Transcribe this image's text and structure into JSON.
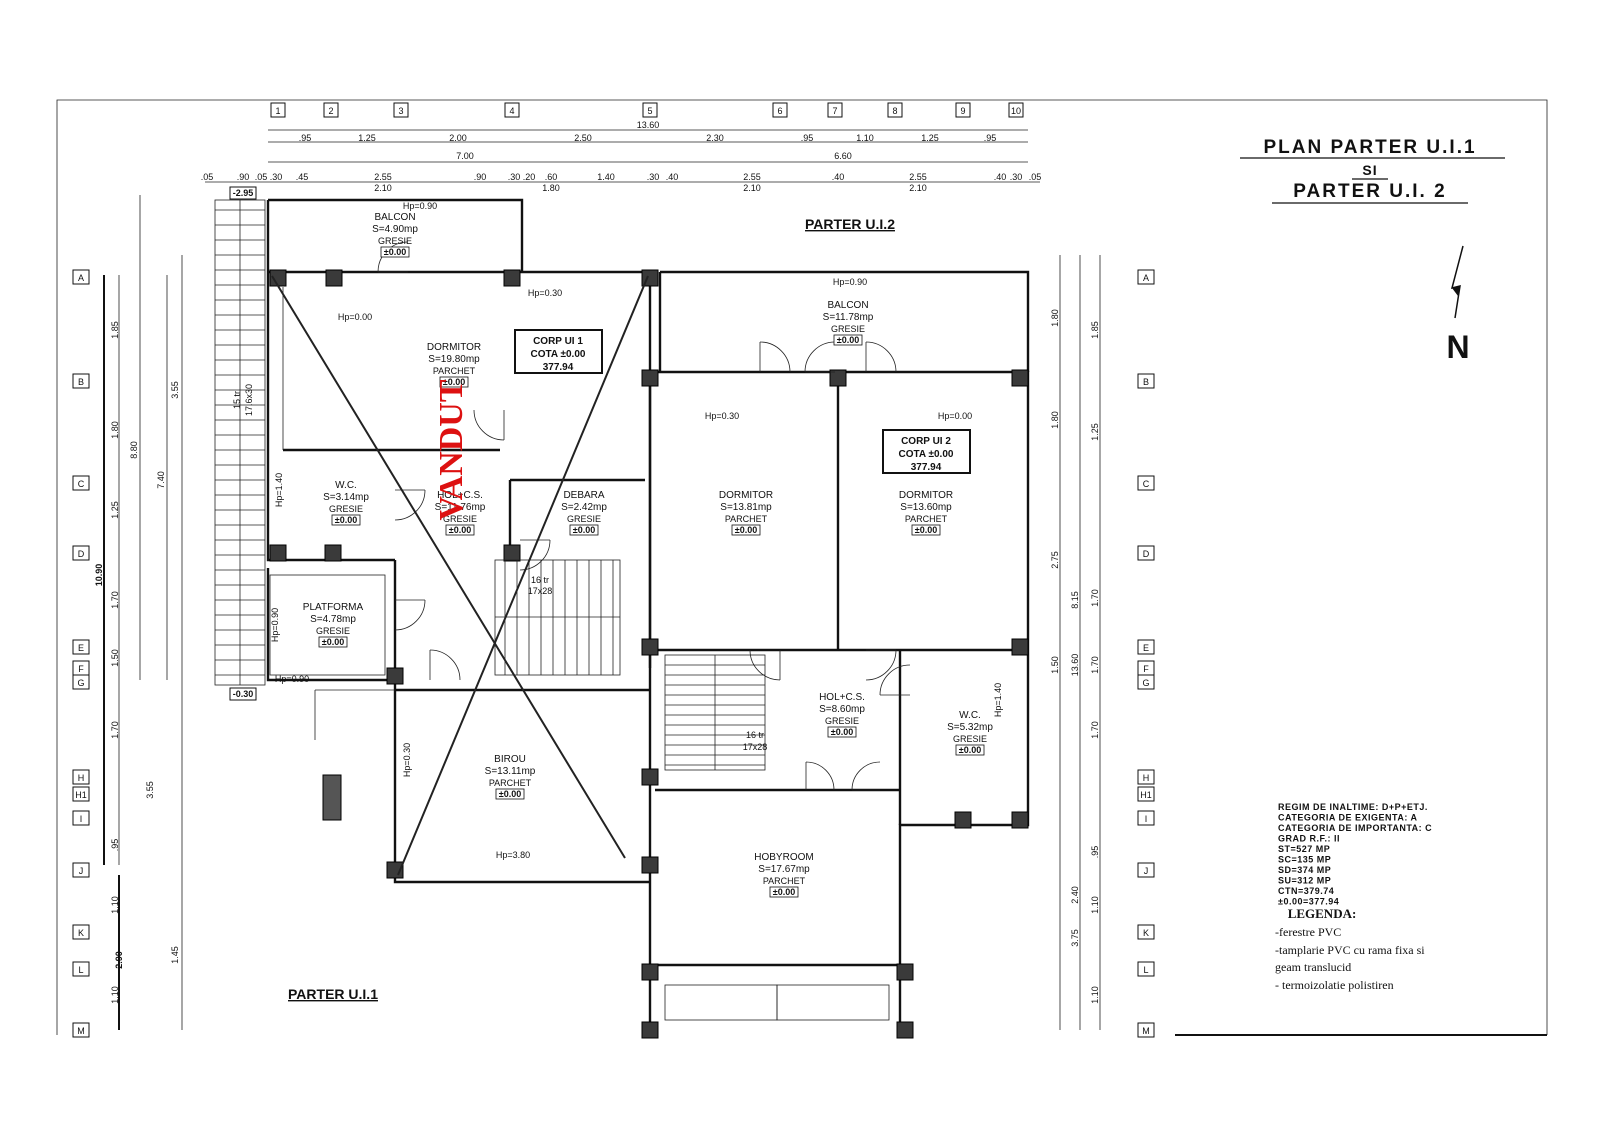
{
  "title": {
    "line1": "PLAN PARTER U.I.1",
    "line2": "SI",
    "line3": "PARTER U.I. 2"
  },
  "north_label": "N",
  "unit_labels": {
    "ui1": "PARTER U.I.1",
    "ui2": "PARTER U.I.2"
  },
  "stamp_text": "VANDUT",
  "corp_ui1": {
    "line1": "CORP UI 1",
    "line2": "COTA ±0.00",
    "line3": "377.94"
  },
  "corp_ui2": {
    "line1": "CORP UI 2",
    "line2": "COTA ±0.00",
    "line3": "377.94"
  },
  "column_grid": [
    "1",
    "2",
    "3",
    "4",
    "5",
    "6",
    "7",
    "8",
    "9",
    "10"
  ],
  "row_grid": [
    "A",
    "B",
    "C",
    "D",
    "E",
    "F",
    "G",
    "H",
    "H1",
    "I",
    "J",
    "K",
    "L",
    "M"
  ],
  "dims_top": {
    "total": "13.60",
    "row1": [
      ".95",
      "1.25",
      "2.00",
      "2.50",
      "2.30",
      ".95",
      "1.10",
      "1.25",
      ".95"
    ],
    "row2": [
      "7.00",
      "6.60"
    ],
    "row3": [
      ".05",
      ".90",
      ".05",
      ".30",
      ".45",
      "2.55",
      ".90",
      ".30",
      ".20",
      ".60",
      "1.40",
      ".30",
      ".40",
      "2.55",
      ".40",
      "2.55",
      ".40",
      ".30",
      ".05"
    ],
    "row3_sub": [
      "2.10",
      "1.80",
      "2.10",
      "2.10"
    ]
  },
  "dims_left": [
    "1.85",
    "3.55",
    "1.80",
    "1.25",
    "1.70",
    "1.50",
    "1.70",
    "3.55",
    ".95",
    "1.10",
    "1.45",
    "2.90",
    "1.10"
  ],
  "dims_left_totals": [
    "8.80",
    "7.40",
    "10.90"
  ],
  "dims_right": [
    "1.80",
    "1.85",
    "1.80",
    "1.25",
    "2.75",
    "1.70",
    "8.15",
    "1.50",
    "1.70",
    "1.70",
    ".95",
    "2.40",
    "1.10",
    "3.75",
    "1.10",
    "13.60"
  ],
  "rooms": [
    {
      "name": "BALCON",
      "area": "S=4.90mp",
      "finish": "GRESIE",
      "level": "±0.00"
    },
    {
      "name": "DORMITOR",
      "area": "S=19.80mp",
      "finish": "PARCHET",
      "level": "±0.00"
    },
    {
      "name": "W.C.",
      "area": "S=3.14mp",
      "finish": "GRESIE",
      "level": "±0.00"
    },
    {
      "name": "HOL+C.S.",
      "area": "S=11.76mp",
      "finish": "GRESIE",
      "level": "±0.00"
    },
    {
      "name": "DEBARA",
      "area": "S=2.42mp",
      "finish": "GRESIE",
      "level": "±0.00"
    },
    {
      "name": "PLATFORMA",
      "area": "S=4.78mp",
      "finish": "GRESIE",
      "level": "±0.00"
    },
    {
      "name": "BIROU",
      "area": "S=13.11mp",
      "finish": "PARCHET",
      "level": "±0.00"
    },
    {
      "name": "BALCON",
      "area": "S=11.78mp",
      "finish": "GRESIE",
      "level": "±0.00"
    },
    {
      "name": "DORMITOR",
      "area": "S=13.81mp",
      "finish": "PARCHET",
      "level": "±0.00"
    },
    {
      "name": "DORMITOR",
      "area": "S=13.60mp",
      "finish": "PARCHET",
      "level": "±0.00"
    },
    {
      "name": "HOL+C.S.",
      "area": "S=8.60mp",
      "finish": "GRESIE",
      "level": "±0.00"
    },
    {
      "name": "W.C.",
      "area": "S=5.32mp",
      "finish": "GRESIE",
      "level": "±0.00"
    },
    {
      "name": "HOBYROOM",
      "area": "S=17.67mp",
      "finish": "PARCHET",
      "level": "±0.00"
    }
  ],
  "stairs": [
    {
      "line1": "16 tr",
      "line2": "17x28"
    },
    {
      "line1": "16 tr",
      "line2": "17x28"
    },
    {
      "line1": "15 tr",
      "line2": "17.6x30"
    }
  ],
  "levels": [
    "-2.95",
    "-0.30"
  ],
  "annotations": [
    "Hp=0.90",
    "Hp=0.30",
    "Hp=0.00",
    "Hp=0.90",
    "Hp=1.40",
    "Hp=0.90",
    "Hp=0.30",
    "Hp=3.80",
    "Hp=0.90",
    "Hp=0.30",
    "Hp=0.00",
    "Hp=1.40"
  ],
  "info": [
    "REGIM DE INALTIME: D+P+ETJ.",
    "CATEGORIA DE EXIGENTA: A",
    "CATEGORIA DE IMPORTANTA: C",
    "GRAD R.F.: II",
    "ST=527 MP",
    "SC=135 MP",
    "SD=374 MP",
    "SU=312 MP",
    "CTN=379.74",
    "±0.00=377.94"
  ],
  "legend": {
    "title": "LEGENDA:",
    "items": [
      "-ferestre  PVC",
      "-tamplarie PVC cu rama fixa si",
      "geam translucid",
      "- termoizolatie polistiren"
    ]
  },
  "colors": {
    "stamp": "#dd1111",
    "ink": "#111111"
  }
}
